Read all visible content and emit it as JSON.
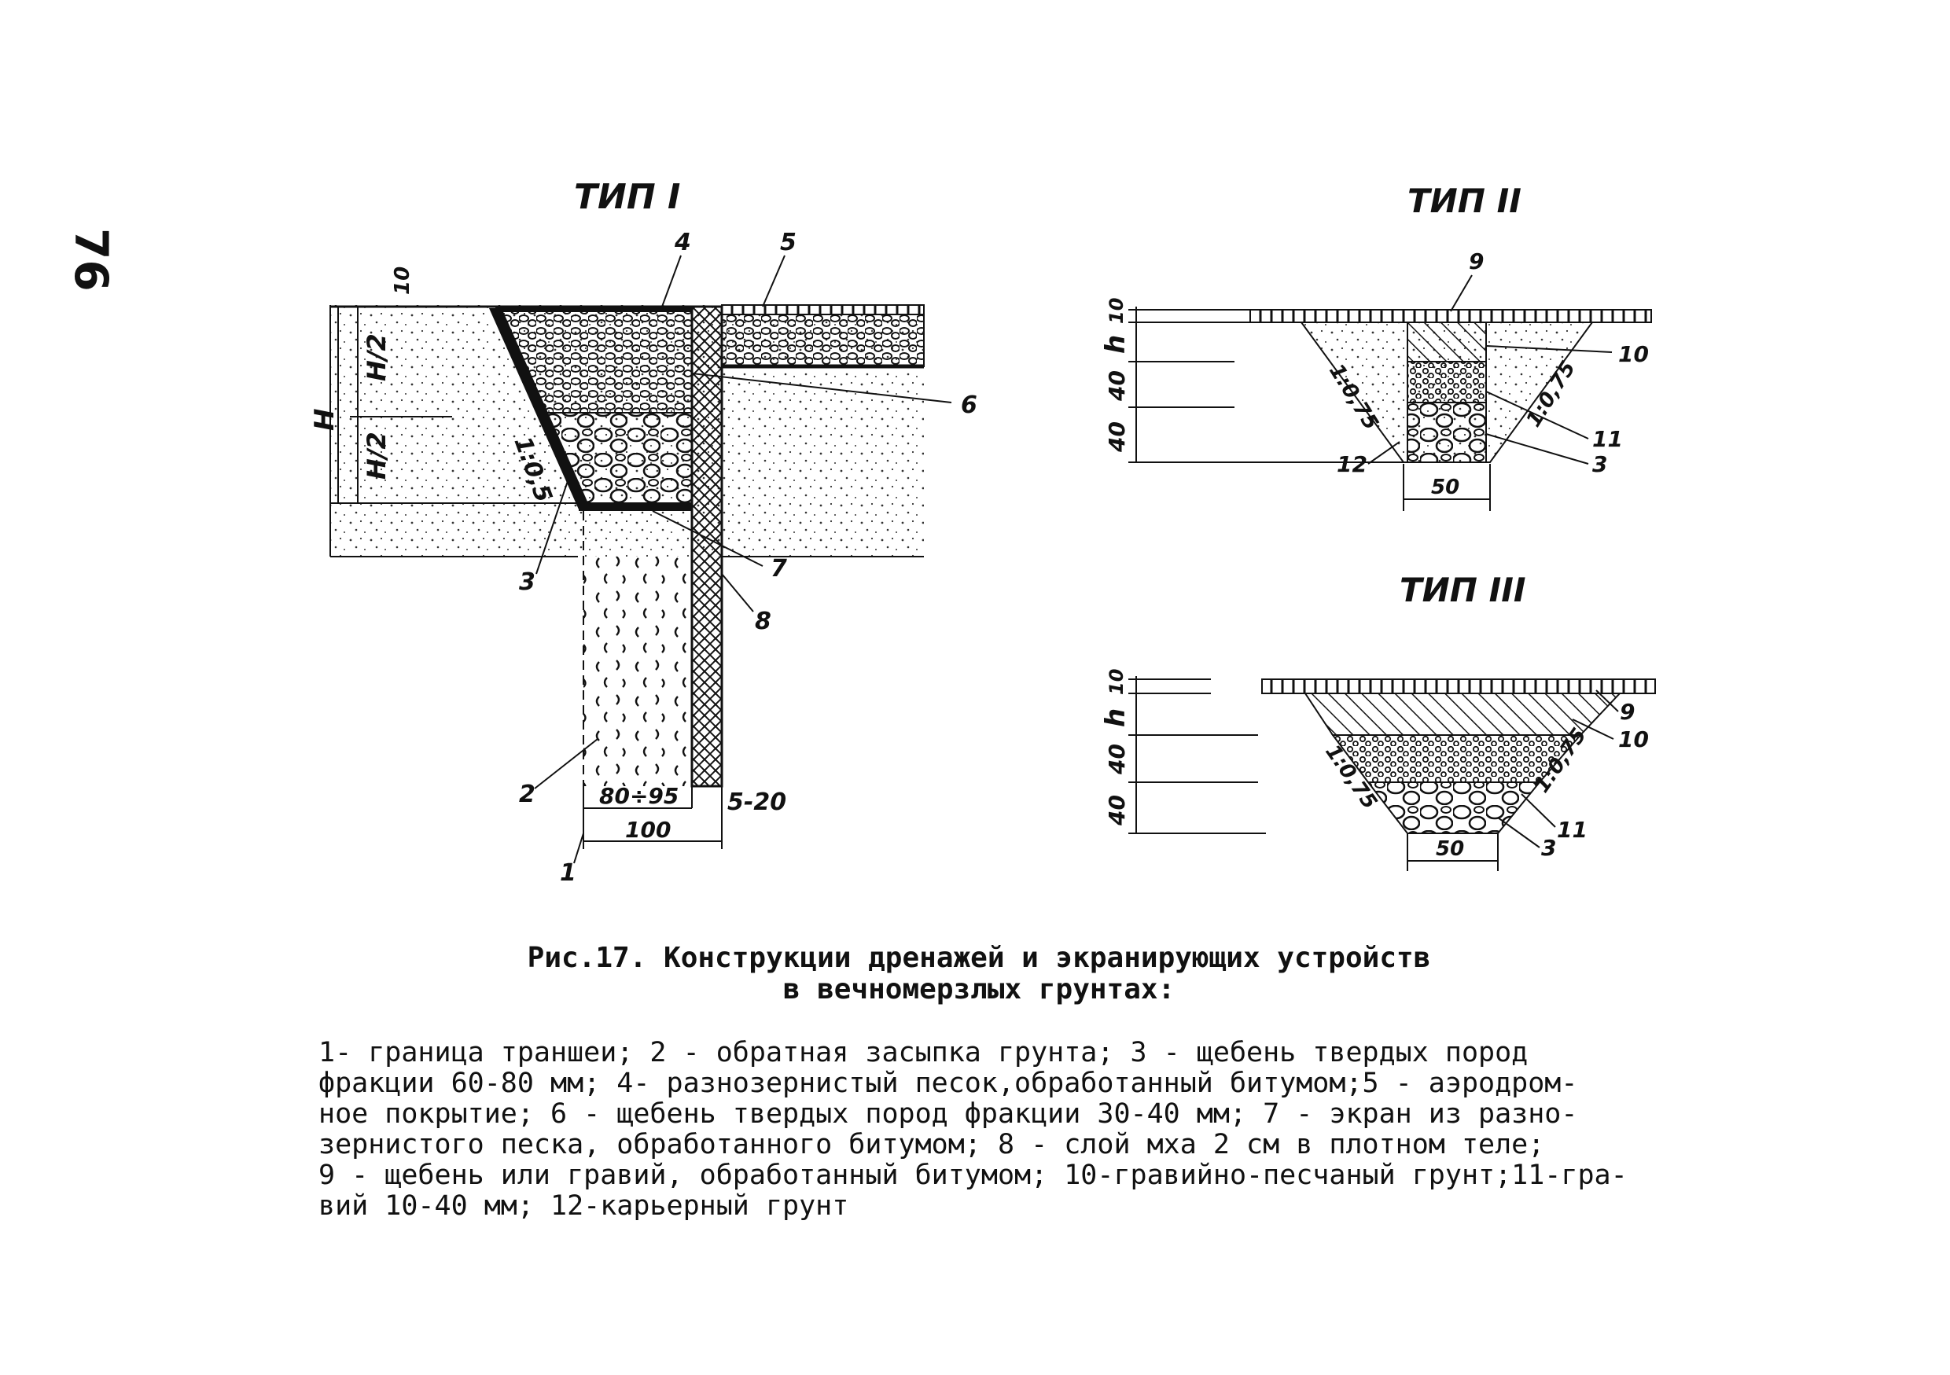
{
  "page_number": "76",
  "diagram": {
    "type1": {
      "title": "ТИП I",
      "slope": "1:0,5",
      "half_height": "H/2",
      "height": "H",
      "top_thickness": "10",
      "dim_inner": "80÷95",
      "dim_outer": "100",
      "dim_moss": "5-20",
      "callouts": [
        "1",
        "2",
        "3",
        "4",
        "5",
        "6",
        "7",
        "8"
      ]
    },
    "type2": {
      "title": "ТИП II",
      "dims_left": [
        "10",
        "h",
        "40",
        "40"
      ],
      "slope_left": "1:0,75",
      "slope_right": "1:0,75",
      "bottom": "50",
      "callouts": [
        "9",
        "10",
        "11",
        "3",
        "12"
      ]
    },
    "type3": {
      "title": "ТИП III",
      "dims_left": [
        "10",
        "h",
        "40",
        "40"
      ],
      "slope_left": "1:0,75",
      "slope_right": "1:0,75",
      "bottom": "50",
      "callouts": [
        "9",
        "10",
        "11",
        "3"
      ]
    }
  },
  "caption": {
    "line1": "Рис.17. Конструкции дренажей и экранирующих устройств",
    "line2": "в вечномерзлых грунтах:"
  },
  "legend": [
    "1- граница траншеи; 2 - обратная засыпка грунта; 3 - щебень твердых пород",
    "фракции 60-80 мм; 4- разнозернистый песок,обработанный битумом;5 - аэродром-",
    "ное покрытие; 6 - щебень твердых пород фракции 30-40 мм; 7 - экран из разно-",
    "зернистого песка, обработанного битумом; 8 - слой мха 2 см в плотном теле;",
    "9 - щебень или гравий, обработанный битумом; 10-гравийно-песчаный грунт;11-гра-",
    "вий 10-40 мм; 12-карьерный грунт"
  ],
  "colors": {
    "ink": "#111111",
    "paper": "#ffffff"
  }
}
